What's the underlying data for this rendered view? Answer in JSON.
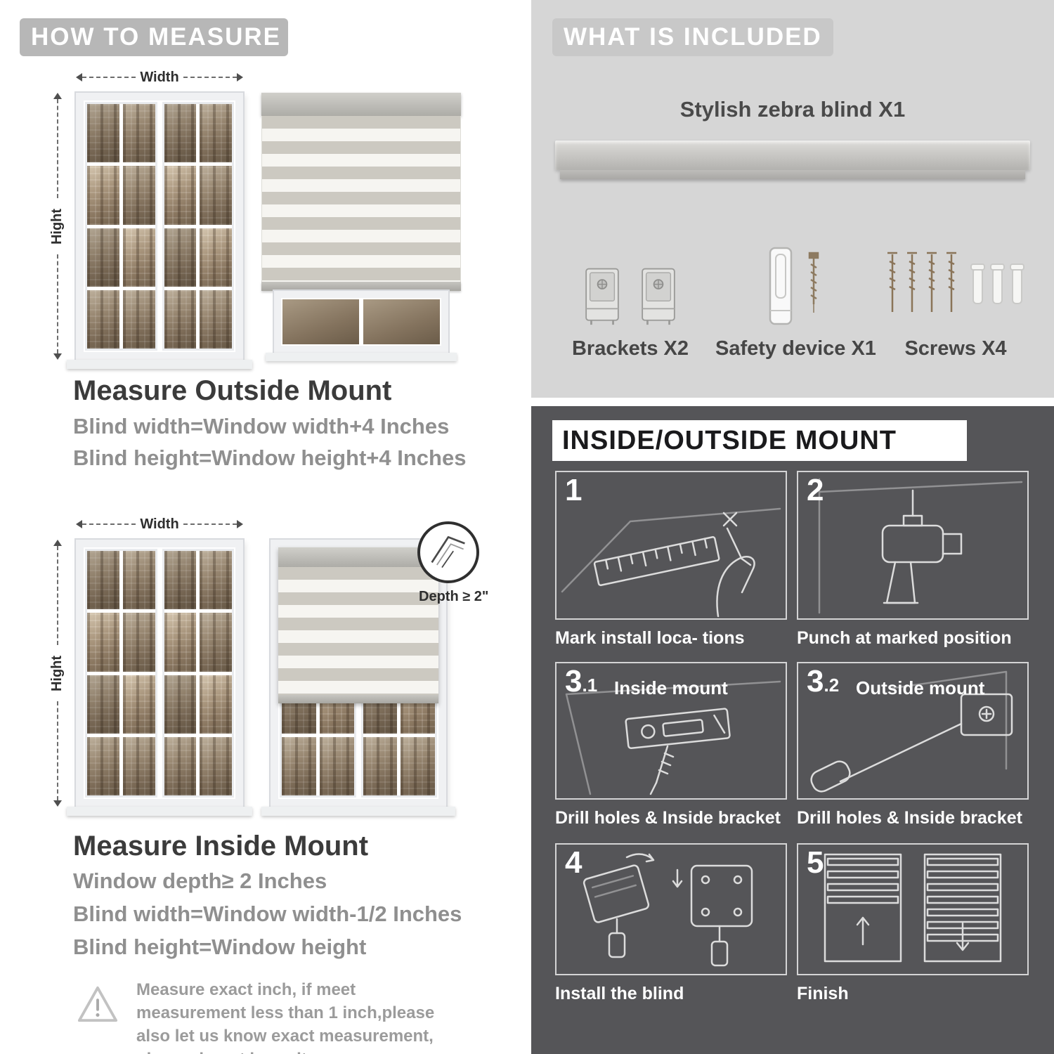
{
  "colors": {
    "left_header_bg": "#b7b7b7",
    "included_section_bg": "#d6d6d6",
    "mount_section_bg": "#555558",
    "formula_text": "#8f8f8f"
  },
  "left": {
    "header": "HOW TO MEASURE",
    "width_label": "Width",
    "height_label": "Hight",
    "outside": {
      "title": "Measure Outside Mount",
      "line1": "Blind width=Window width+4 Inches",
      "line2": "Blind height=Window height+4 Inches"
    },
    "inside": {
      "title": "Measure Inside Mount",
      "depth_note": "Depth ≥ 2\"",
      "line1": "Window depth≥ 2 Inches",
      "line2": "Blind width=Window width-1/2 Inches",
      "line3": "Blind height=Window height"
    },
    "warning_text": "Measure exact inch, if meet measurement less than 1 inch,please also let us know exact measurement, please do not leave it"
  },
  "right": {
    "included": {
      "header": "WHAT IS INCLUDED",
      "product_label": "Stylish zebra blind X1",
      "items": [
        {
          "icon": "brackets-icon",
          "label": "Brackets X2"
        },
        {
          "icon": "safety-device-icon",
          "label": "Safety device X1"
        },
        {
          "icon": "screws-icon",
          "label": "Screws X4"
        }
      ]
    },
    "mount": {
      "header": "INSIDE/OUTSIDE MOUNT",
      "steps": [
        {
          "num": "1",
          "caption": "Mark install loca- tions"
        },
        {
          "num": "2",
          "caption": "Punch at  marked position"
        },
        {
          "num": "3",
          "sub": ".1",
          "badge": "Inside mount",
          "caption": "Drill holes &  Inside bracket"
        },
        {
          "num": "3",
          "sub": ".2",
          "badge": "Outside mount",
          "caption": "Drill holes &  Inside bracket"
        },
        {
          "num": "4",
          "caption": "Install the blind"
        },
        {
          "num": "5",
          "caption": "Finish"
        }
      ]
    }
  }
}
